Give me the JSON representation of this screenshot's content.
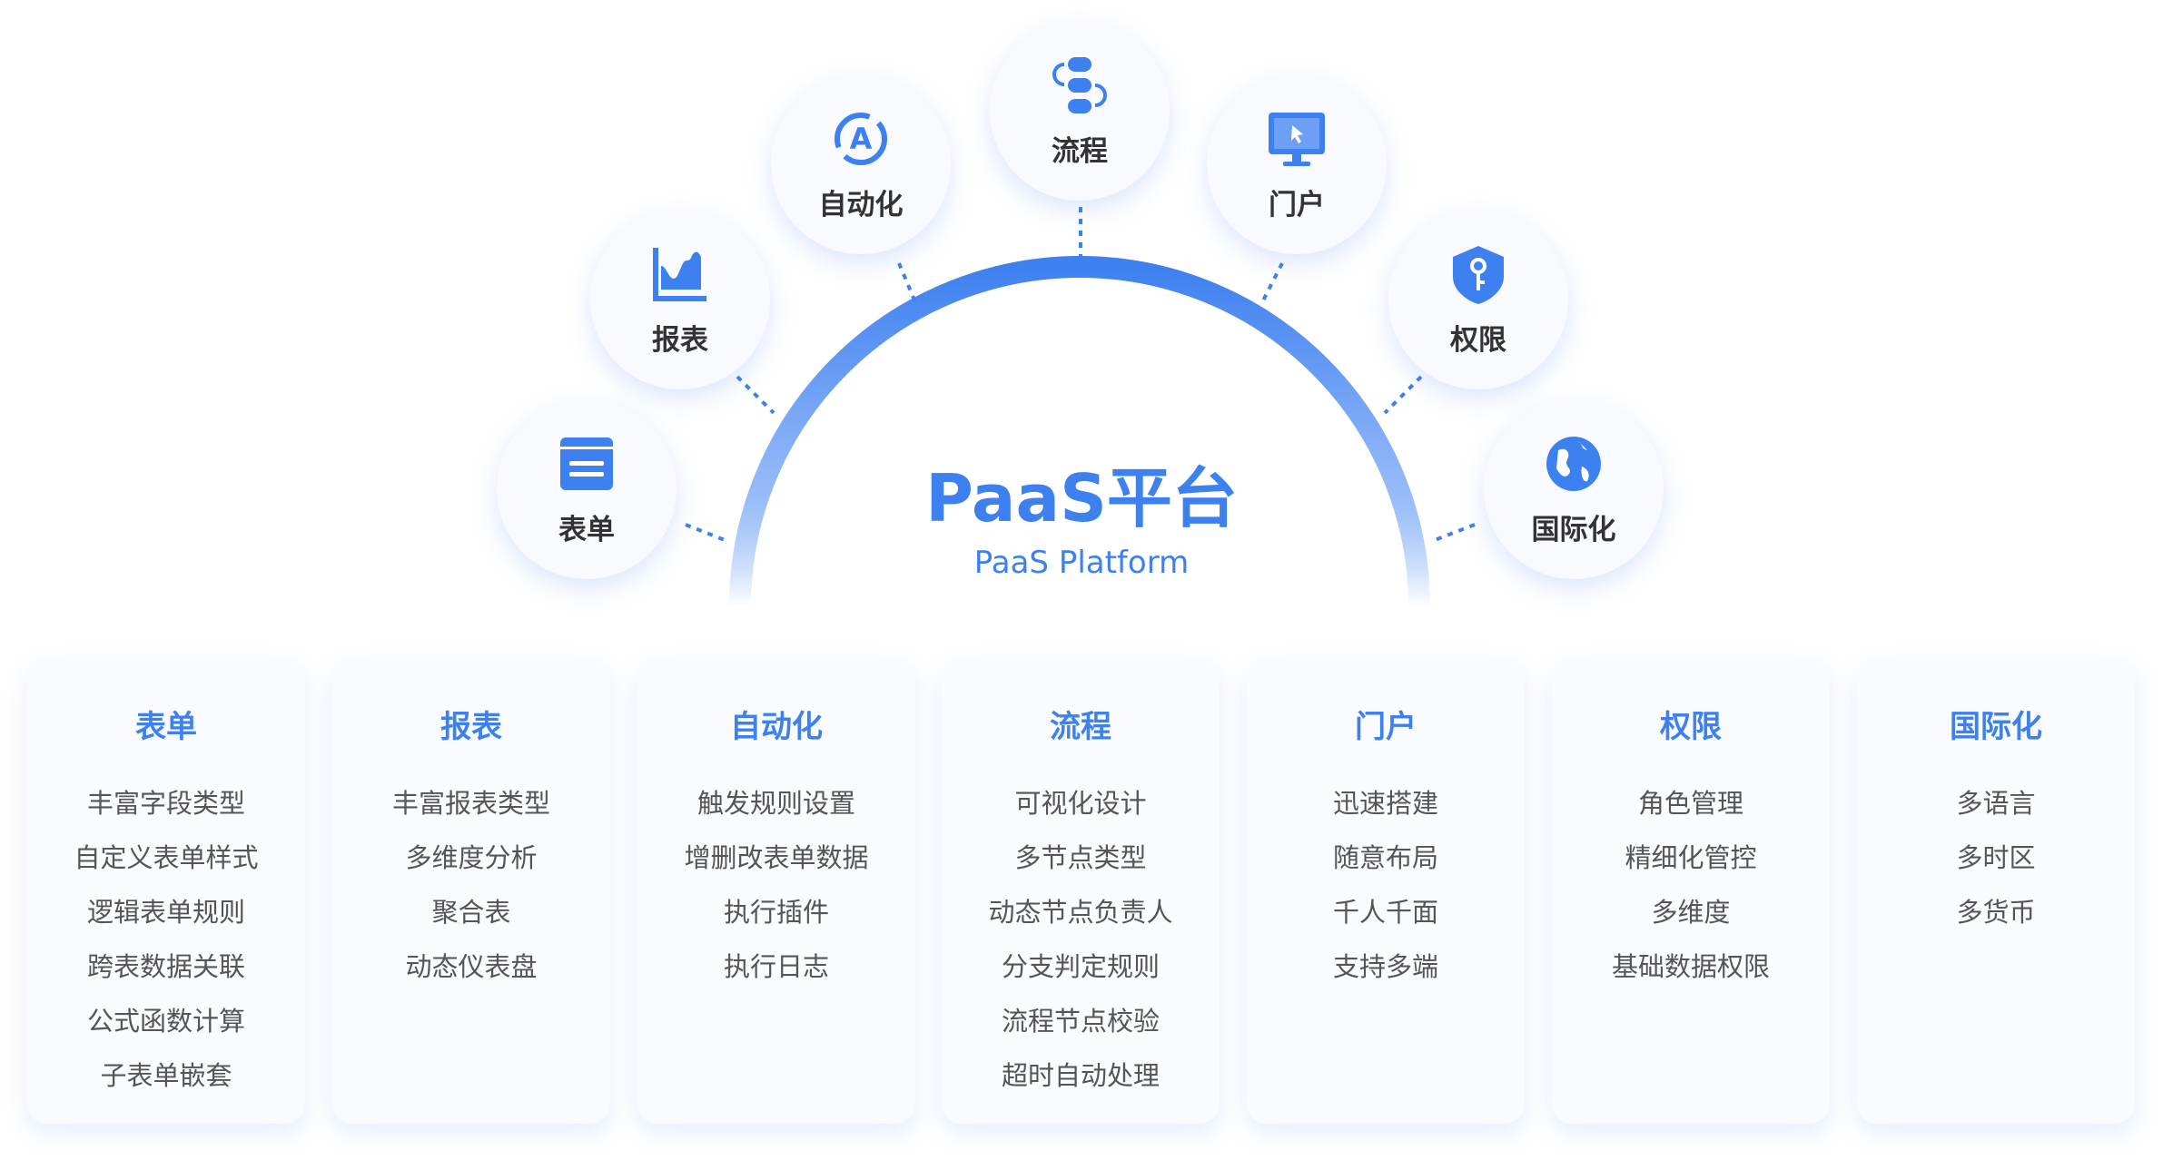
{
  "center": {
    "title": "PaaS平台",
    "subtitle": "PaaS Platform"
  },
  "colors": {
    "accent": "#3d80f0",
    "text": "#333333",
    "item": "#555555"
  },
  "hubs": [
    {
      "label": "表单",
      "icon": "form-icon"
    },
    {
      "label": "报表",
      "icon": "chart-icon"
    },
    {
      "label": "自动化",
      "icon": "automation-icon"
    },
    {
      "label": "流程",
      "icon": "workflow-icon"
    },
    {
      "label": "门户",
      "icon": "monitor-icon"
    },
    {
      "label": "权限",
      "icon": "shield-key-icon"
    },
    {
      "label": "国际化",
      "icon": "globe-icon"
    }
  ],
  "cards": [
    {
      "title": "表单",
      "items": [
        "丰富字段类型",
        "自定义表单样式",
        "逻辑表单规则",
        "跨表数据关联",
        "公式函数计算",
        "子表单嵌套"
      ]
    },
    {
      "title": "报表",
      "items": [
        "丰富报表类型",
        "多维度分析",
        "聚合表",
        "动态仪表盘"
      ]
    },
    {
      "title": "自动化",
      "items": [
        "触发规则设置",
        "增删改表单数据",
        "执行插件",
        "执行日志"
      ]
    },
    {
      "title": "流程",
      "items": [
        "可视化设计",
        "多节点类型",
        "动态节点负责人",
        "分支判定规则",
        "流程节点校验",
        "超时自动处理"
      ]
    },
    {
      "title": "门户",
      "items": [
        "迅速搭建",
        "随意布局",
        "千人千面",
        "支持多端"
      ]
    },
    {
      "title": "权限",
      "items": [
        "角色管理",
        "精细化管控",
        "多维度",
        "基础数据权限"
      ]
    },
    {
      "title": "国际化",
      "items": [
        "多语言",
        "多时区",
        "多货币"
      ]
    }
  ]
}
